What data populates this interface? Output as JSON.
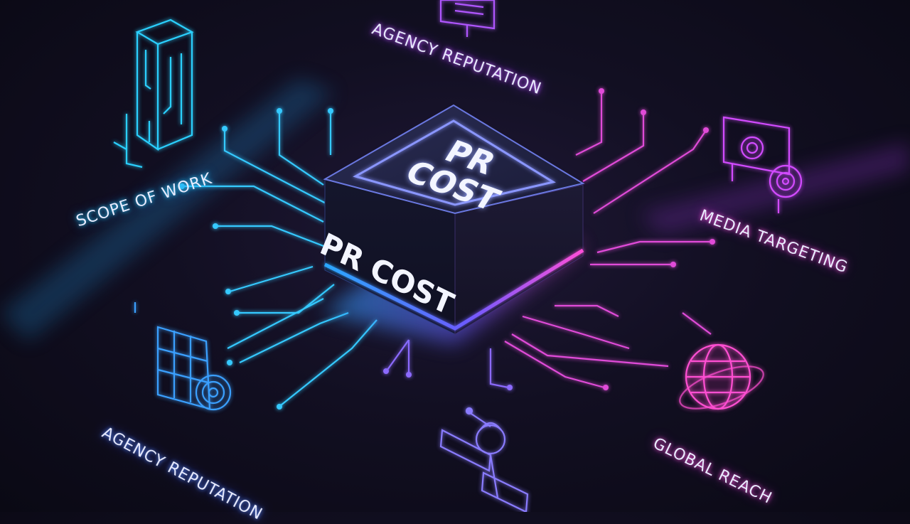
{
  "center": {
    "top_line1": "PR",
    "top_line2": "COST",
    "side_label": "PR COST"
  },
  "nodes": [
    {
      "label": "AGENCY REPUTATION",
      "icon": "monitor-icon",
      "color": "#b057ff"
    },
    {
      "label": "SCOPE OF WORK",
      "icon": "building-icon",
      "color": "#2bd0ff"
    },
    {
      "label": "MEDIA TARGETING",
      "icon": "target-screen-icon",
      "color": "#d24bff"
    },
    {
      "label": "AGENCY REPUTATION",
      "icon": "chart-target-icon",
      "color": "#3aa0ff"
    },
    {
      "label": "GLOBAL REACH",
      "icon": "globe-icon",
      "color": "#ff4fd2"
    },
    {
      "label": "",
      "icon": "satellite-icon",
      "color": "#8a7bff"
    }
  ]
}
